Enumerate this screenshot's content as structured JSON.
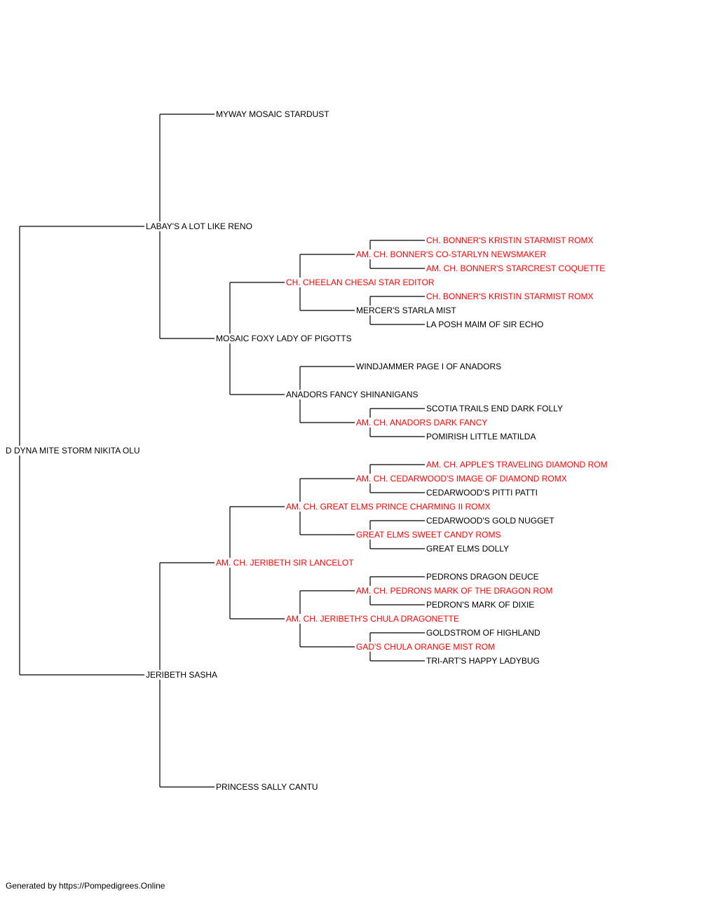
{
  "colors": {
    "champion": "#ff0000",
    "normal": "#000000",
    "line": "#000000"
  },
  "pedigree": {
    "name": "D DYNA MITE STORM NIKITA OLU",
    "champion": false,
    "sire": {
      "name": "LABAY'S A LOT LIKE RENO",
      "champion": false,
      "sire": {
        "name": "MYWAY MOSAIC STARDUST",
        "champion": false
      },
      "dam": {
        "name": "MOSAIC FOXY LADY OF PIGOTTS",
        "champion": false,
        "sire": {
          "name": "CH. CHEELAN CHESAI STAR EDITOR",
          "champion": true,
          "sire": {
            "name": "AM. CH. BONNER'S CO-STARLYN NEWSMAKER",
            "champion": true,
            "sire": {
              "name": "CH. BONNER'S KRISTIN STARMIST ROMX",
              "champion": true
            },
            "dam": {
              "name": "AM. CH. BONNER'S STARCREST COQUETTE",
              "champion": true
            }
          },
          "dam": {
            "name": "MERCER'S STARLA MIST",
            "champion": false,
            "sire": {
              "name": "CH. BONNER'S KRISTIN STARMIST ROMX",
              "champion": true
            },
            "dam": {
              "name": "LA POSH MAIM OF SIR ECHO",
              "champion": false
            }
          }
        },
        "dam": {
          "name": "ANADORS FANCY SHINANIGANS",
          "champion": false,
          "sire": {
            "name": "WINDJAMMER PAGE I OF ANADORS",
            "champion": false
          },
          "dam": {
            "name": "AM. CH. ANADORS DARK FANCY",
            "champion": true,
            "sire": {
              "name": "SCOTIA TRAILS END DARK FOLLY",
              "champion": false
            },
            "dam": {
              "name": "POMIRISH LITTLE MATILDA",
              "champion": false
            }
          }
        }
      }
    },
    "dam": {
      "name": "JERIBETH SASHA",
      "champion": false,
      "sire": {
        "name": "AM. CH. JERIBETH SIR LANCELOT",
        "champion": true,
        "sire": {
          "name": "AM. CH. GREAT ELMS PRINCE CHARMING II ROMX",
          "champion": true,
          "sire": {
            "name": "AM. CH. CEDARWOOD'S IMAGE OF DIAMOND ROMX",
            "champion": true,
            "sire": {
              "name": "AM. CH. APPLE'S TRAVELING DIAMOND ROM",
              "champion": true
            },
            "dam": {
              "name": "CEDARWOOD'S PITTI PATTI",
              "champion": false
            }
          },
          "dam": {
            "name": "GREAT ELMS SWEET CANDY ROMS",
            "champion": true,
            "sire": {
              "name": "CEDARWOOD'S GOLD NUGGET",
              "champion": false
            },
            "dam": {
              "name": "GREAT ELMS DOLLY",
              "champion": false
            }
          }
        },
        "dam": {
          "name": "AM. CH. JERIBETH'S CHULA DRAGONETTE",
          "champion": true,
          "sire": {
            "name": "AM. CH. PEDRONS MARK OF THE DRAGON ROM",
            "champion": true,
            "sire": {
              "name": "PEDRONS DRAGON DEUCE",
              "champion": false
            },
            "dam": {
              "name": "PEDRON'S MARK OF DIXIE",
              "champion": false
            }
          },
          "dam": {
            "name": "GAD'S CHULA ORANGE MIST ROM",
            "champion": true,
            "sire": {
              "name": "GOLDSTROM OF HIGHLAND",
              "champion": false
            },
            "dam": {
              "name": "TRI-ART'S HAPPY LADYBUG",
              "champion": false
            }
          }
        }
      },
      "dam": {
        "name": "PRINCESS SALLY CANTU",
        "champion": false
      }
    }
  },
  "footer": {
    "text": "Generated by https://Pompedigrees.Online"
  }
}
